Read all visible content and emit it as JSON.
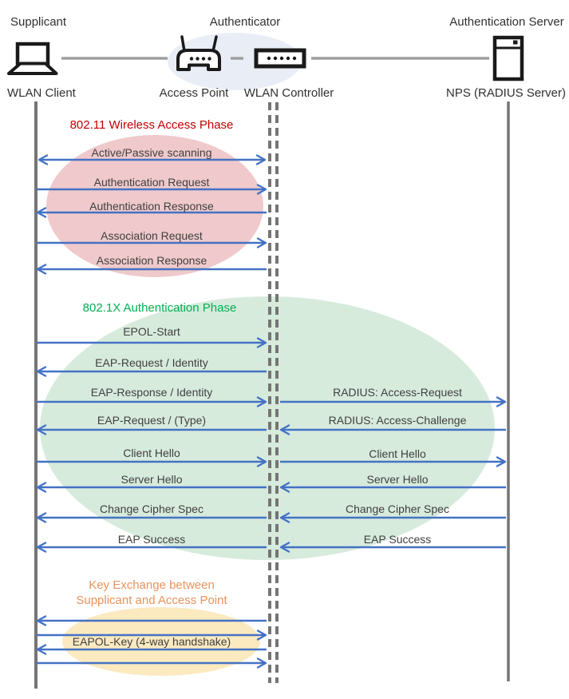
{
  "header": {
    "roles": {
      "supplicant": "Supplicant",
      "authenticator": "Authenticator",
      "auth_server": "Authentication Server"
    },
    "nodes": {
      "wlan_client": "WLAN Client",
      "access_point": "Access Point",
      "wlan_controller": "WLAN Controller",
      "nps": "NPS (RADIUS Server)"
    }
  },
  "phases": {
    "p1": {
      "title": "802.11 Wireless Access Phase",
      "color": "#C00000",
      "ellipse_color": "#EFC9CB"
    },
    "p2": {
      "title": "802.1X Authentication Phase",
      "color": "#00B050",
      "ellipse_color": "#D7EBDD"
    },
    "p3": {
      "title_line1": "Key Exchange between",
      "title_line2": "Supplicant and Access Point",
      "color": "#E8935C",
      "ellipse_color": "#FBE9C0"
    }
  },
  "messages": {
    "scanning": "Active/Passive scanning",
    "auth_request": "Authentication Request",
    "auth_response": "Authentication Response",
    "assoc_request": "Association Request",
    "assoc_response": "Association Response",
    "epol_start": "EPOL-Start",
    "eap_request_identity": "EAP-Request / Identity",
    "eap_response_identity": "EAP-Response / Identity",
    "radius_access_request": "RADIUS: Access-Request",
    "eap_request_type": "EAP-Request / (Type)",
    "radius_access_challenge": "RADIUS: Access-Challenge",
    "client_hello_left": "Client Hello",
    "client_hello_right": "Client Hello",
    "server_hello_left": "Server Hello",
    "server_hello_right": "Server Hello",
    "change_cipher_left": "Change Cipher Spec",
    "change_cipher_right": "Change Cipher Spec",
    "eap_success_left": "EAP Success",
    "eap_success_right": "EAP Success",
    "eapol_key": "EAPOL-Key (4-way handshake)"
  },
  "colors": {
    "arrow": "#4472C4",
    "lifeline": "#757575",
    "connector": "#9E9E9E",
    "header_ellipse": "#E9EDF6",
    "icon": "#1A1A1A"
  }
}
